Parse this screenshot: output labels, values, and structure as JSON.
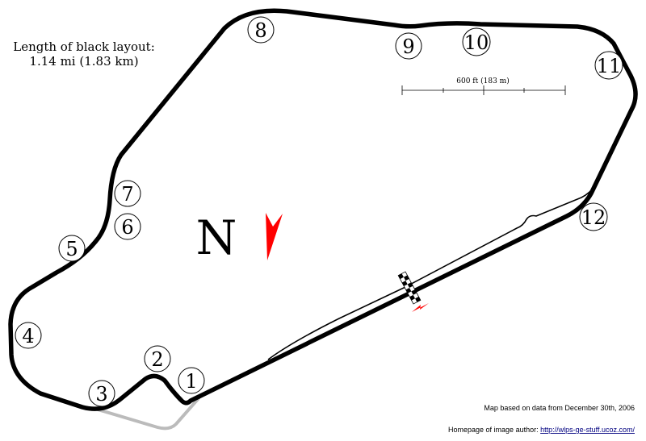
{
  "header": {
    "length_line1": "Length of black layout:",
    "length_line2": "1.14 mi (1.83 km)"
  },
  "compass": {
    "letter": "N"
  },
  "scale": {
    "label": "600 ft (183 m)"
  },
  "corners": [
    "1",
    "2",
    "3",
    "4",
    "5",
    "6",
    "7",
    "8",
    "9",
    "10",
    "11",
    "12"
  ],
  "credits": {
    "map_source": "Map based on data from December 30th, 2006",
    "author_prefix": "Homepage of image author:",
    "author_link": "http://wlps-ge-stuff.ucoz.com/"
  },
  "colors": {
    "track": "#000000",
    "alt_section": "#bbbbbb",
    "arrow": "#ff0000"
  }
}
